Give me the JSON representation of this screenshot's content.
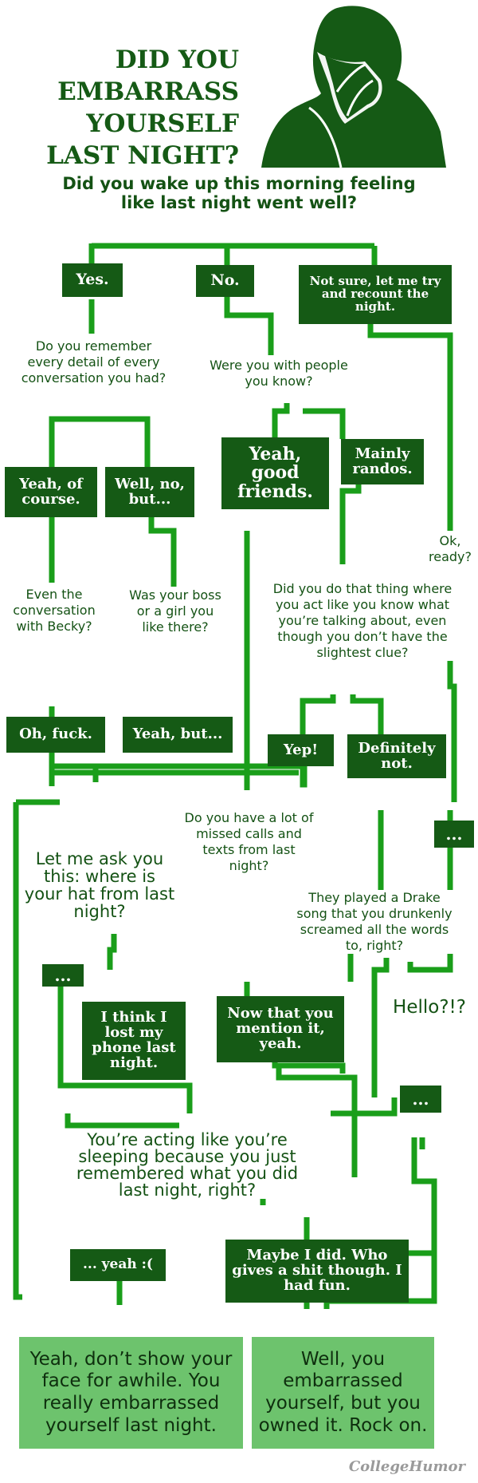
{
  "title_lines": [
    "DID YOU",
    "EMBARRASS",
    "YOURSELF",
    "LAST NIGHT?"
  ],
  "start_question": "Did you wake up this morning feeling like last night went well?",
  "answers_top": {
    "yes": "Yes.",
    "no": "No.",
    "not_sure": "Not sure, let me try and recount the night."
  },
  "questions": {
    "remember_details": "Do you remember every detail of every conversation you had?",
    "with_people": "Were you with people you know?",
    "ok_ready": "Ok, ready?",
    "becky": "Even the conversation with Becky?",
    "boss": "Was your boss or a girl you like there?",
    "act_like_know": "Did you do that thing where you act like you know what you’re talking about, even though you don’t have the slightest clue?",
    "missed_calls": "Do you have a lot of missed calls and texts from last night?",
    "hat": "Let me ask you this: where is your hat from last night?",
    "drake": "They played a Drake song that you drunkenly screamed all the words to, right?",
    "hello": "Hello?!?",
    "sleeping": "You’re acting like you’re sleeping because you just remembered what you did last night, right?"
  },
  "answers": {
    "yeah_of_course": "Yeah, of course.",
    "well_no_but": "Well, no, but...",
    "yeah_good_friends": "Yeah, good friends.",
    "mainly_randos": "Mainly randos.",
    "oh_fuck": "Oh, fuck.",
    "yeah_but": "Yeah, but...",
    "yep": "Yep!",
    "definitely_not": "Definitely not.",
    "dots": "...",
    "lost_phone": "I think I lost my phone last night.",
    "now_that_you_mention": "Now that you mention it, yeah.",
    "yeah_sad": "... yeah :(",
    "maybe_i_did": "Maybe I did. Who gives a shit though. I had fun."
  },
  "results": {
    "embarrassed": "Yeah, don’t show your face for awhile. You really embarrassed yourself last night.",
    "owned_it": "Well, you embarrassed yourself, but you owned it. Rock on."
  },
  "brand": "CollegeHumor",
  "colors": {
    "line": "#1a9e1a",
    "box": "#155a15",
    "result": "#6dc36d",
    "text": "#145214"
  }
}
